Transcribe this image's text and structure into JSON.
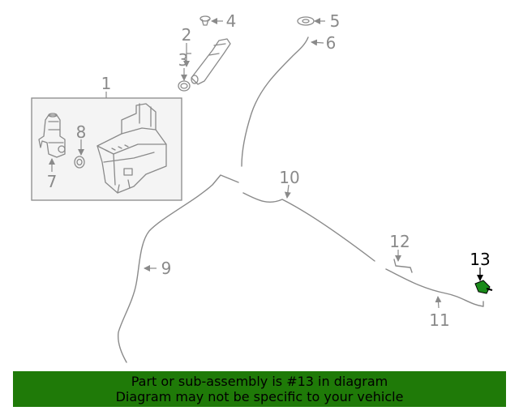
{
  "callouts": {
    "c1": "1",
    "c2": "2",
    "c3": "3",
    "c4": "4",
    "c5": "5",
    "c6": "6",
    "c7": "7",
    "c8": "8",
    "c9": "9",
    "c10": "10",
    "c11": "11",
    "c12": "12",
    "c13": "13"
  },
  "highlighted_part": "13",
  "colors": {
    "line_art": "#8a8a8a",
    "highlight_part": "#1a8a1a",
    "banner_background": "#1f7a08",
    "banner_text": "#000000"
  },
  "banner": {
    "line1": "Part or sub-assembly is #13 in diagram",
    "line2": "Diagram may not be specific to your vehicle"
  }
}
